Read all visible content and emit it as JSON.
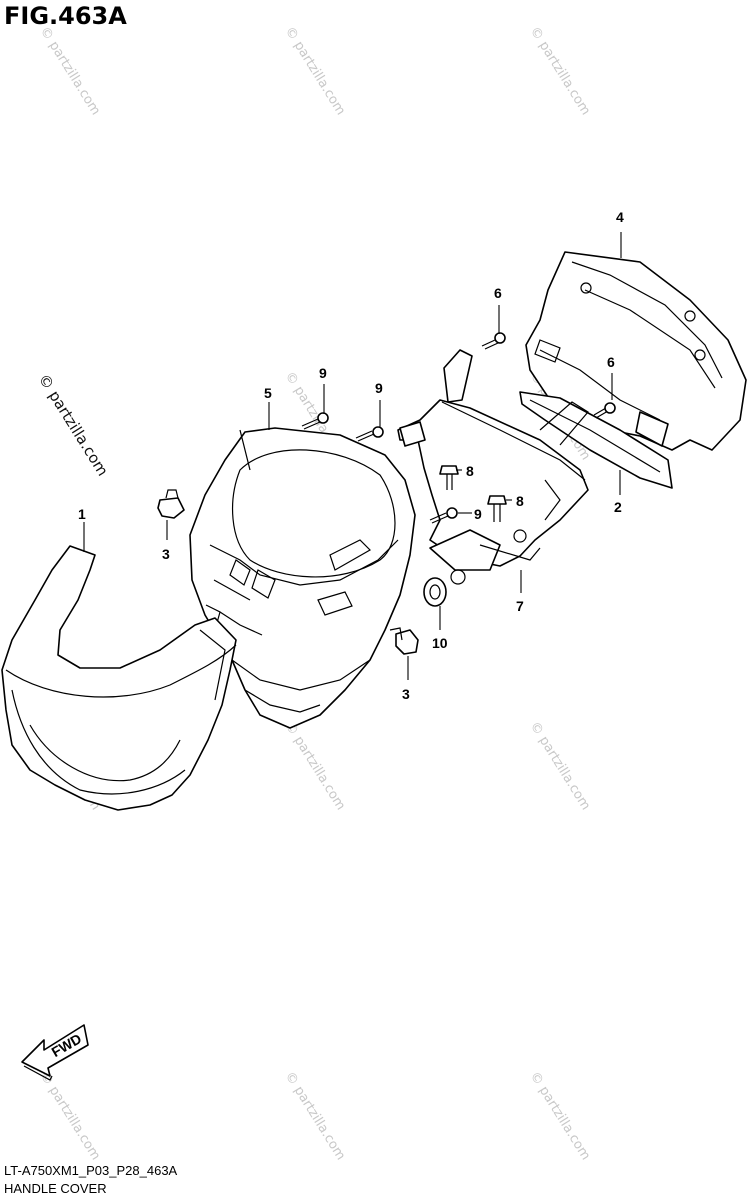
{
  "figure": {
    "title": "FIG.463A",
    "model_code": "LT-A750XM1_P03_P28_463A",
    "name": "HANDLE COVER"
  },
  "watermark": {
    "text": "© partzilla.com"
  },
  "fwd_label": "FWD",
  "callouts": [
    {
      "id": "callout-1",
      "label": "1"
    },
    {
      "id": "callout-2",
      "label": "2"
    },
    {
      "id": "callout-3a",
      "label": "3"
    },
    {
      "id": "callout-3b",
      "label": "3"
    },
    {
      "id": "callout-4",
      "label": "4"
    },
    {
      "id": "callout-5",
      "label": "5"
    },
    {
      "id": "callout-6a",
      "label": "6"
    },
    {
      "id": "callout-6b",
      "label": "6"
    },
    {
      "id": "callout-7",
      "label": "7"
    },
    {
      "id": "callout-8a",
      "label": "8"
    },
    {
      "id": "callout-8b",
      "label": "8"
    },
    {
      "id": "callout-9a",
      "label": "9"
    },
    {
      "id": "callout-9b",
      "label": "9"
    },
    {
      "id": "callout-9c",
      "label": "9"
    },
    {
      "id": "callout-10",
      "label": "10"
    }
  ],
  "colors": {
    "line": "#000000",
    "watermark": "#c8c8c8",
    "background": "#ffffff"
  }
}
